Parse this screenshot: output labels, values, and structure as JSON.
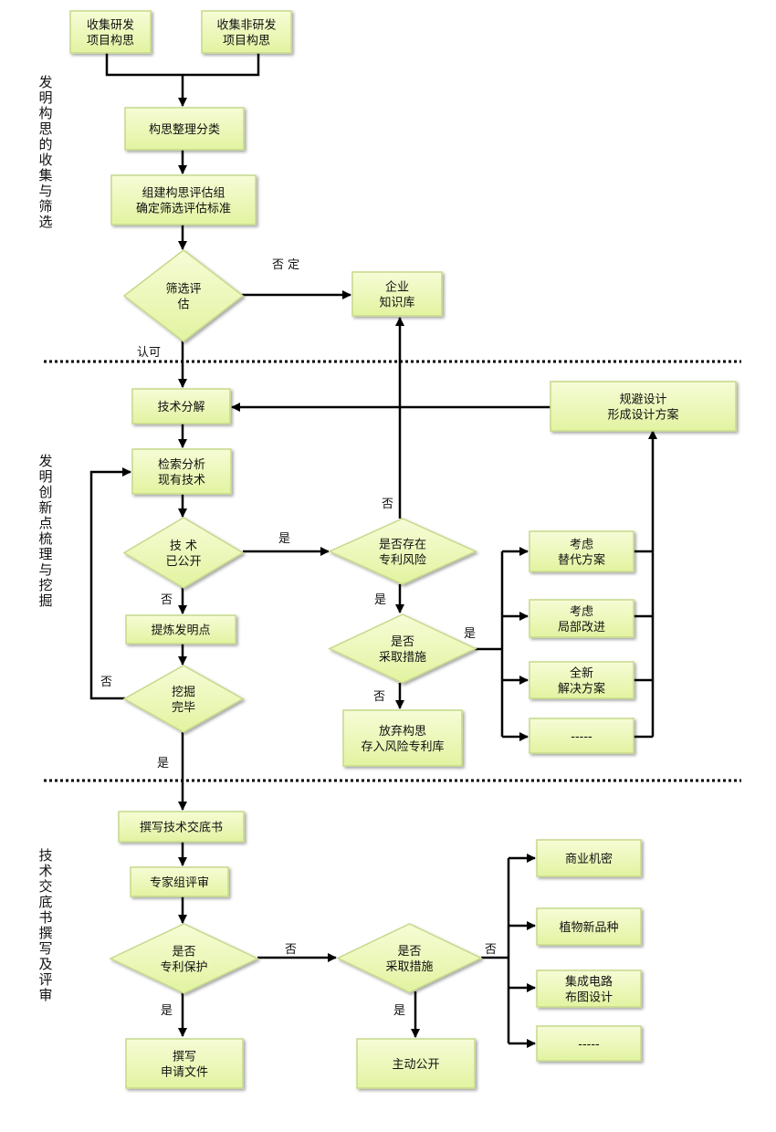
{
  "sections": [
    {
      "title": "发明构思的收集与筛选"
    },
    {
      "title": "发明创新点梳理与挖掘"
    },
    {
      "title": "技术交底书撰写及评审"
    }
  ],
  "nodes": {
    "collect_rd": {
      "lines": [
        "收集研发",
        "项目构思"
      ]
    },
    "collect_nonrd": {
      "lines": [
        "收集非研发",
        "项目构思"
      ]
    },
    "classify": {
      "lines": [
        "构思整理分类"
      ]
    },
    "setup_group": {
      "lines": [
        "组建构思评估组",
        "确定筛选评估标准"
      ]
    },
    "screen": {
      "lines": [
        "筛选评",
        "估"
      ]
    },
    "knowledge_base": {
      "lines": [
        "企业",
        "知识库"
      ]
    },
    "decompose": {
      "lines": [
        "技术分解"
      ]
    },
    "avoid_design": {
      "lines": [
        "规避设计",
        "形成设计方案"
      ]
    },
    "search": {
      "lines": [
        "检索分析",
        "现有技术"
      ]
    },
    "tech_public": {
      "lines": [
        "技 术",
        "已公开"
      ]
    },
    "patent_risk": {
      "lines": [
        "是否存在",
        "专利风险"
      ]
    },
    "alt_plan": {
      "lines": [
        "考虑",
        "替代方案"
      ]
    },
    "refine": {
      "lines": [
        "提炼发明点"
      ]
    },
    "measures1": {
      "lines": [
        "是否",
        "采取措施"
      ]
    },
    "partial": {
      "lines": [
        "考虑",
        "局部改进"
      ]
    },
    "new_solution": {
      "lines": [
        "全新",
        "解决方案"
      ]
    },
    "mining_done": {
      "lines": [
        "挖掘",
        "完毕"
      ]
    },
    "ellipsis1": {
      "lines": [
        "-----"
      ]
    },
    "abandon": {
      "lines": [
        "放弃构思",
        "存入风险专利库"
      ]
    },
    "write_disclosure": {
      "lines": [
        "撰写技术交底书"
      ]
    },
    "expert_review": {
      "lines": [
        "专家组评审"
      ]
    },
    "patent_protect": {
      "lines": [
        "是否",
        "专利保护"
      ]
    },
    "measures2": {
      "lines": [
        "是否",
        "采取措施"
      ]
    },
    "trade_secret": {
      "lines": [
        "商业机密"
      ]
    },
    "plant_variety": {
      "lines": [
        "植物新品种"
      ]
    },
    "ic_layout": {
      "lines": [
        "集成电路",
        "布图设计"
      ]
    },
    "ellipsis2": {
      "lines": [
        "-----"
      ]
    },
    "write_application": {
      "lines": [
        "撰写",
        "申请文件"
      ]
    },
    "disclose": {
      "lines": [
        "主动公开"
      ]
    }
  },
  "edge_labels": {
    "reject": "否 定",
    "approve": "认可",
    "no_risk": "否",
    "yes_public": "是",
    "yes_risk": "是",
    "no_public": "否",
    "yes_measures": "是",
    "no_mining": "否",
    "no_measures": "否",
    "yes_done": "是",
    "no_protect": "否",
    "no_measures2": "否",
    "yes_protect": "是",
    "yes_measures2": "是"
  },
  "colors": {
    "box_fill_top": "#f6fcd6",
    "box_fill_bottom": "#e2f3a0",
    "box_border": "#c6d98a",
    "line": "#000000"
  }
}
